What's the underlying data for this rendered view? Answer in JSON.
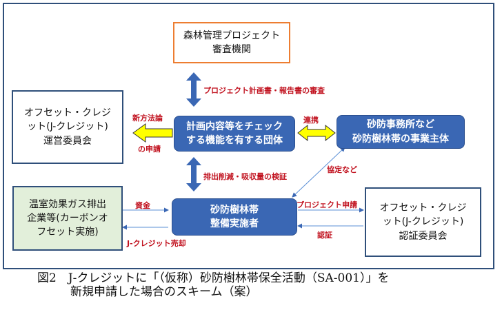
{
  "nodes": {
    "review_org": [
      "森林管理プロジェクト",
      "審査機関"
    ],
    "offset_admin": [
      "オフセット・クレジ",
      "ット(J-クレジット)",
      "運営委員会"
    ],
    "check_org": [
      "計画内容等をチェック",
      "する機能を有する団体"
    ],
    "erosion_office": [
      "砂防事務所など",
      "砂防樹林帯の事業主体"
    ],
    "ghg_company": [
      "温室効果ガス排出",
      "企業等(カーボンオ",
      "フセット実施)"
    ],
    "implementer": [
      "砂防樹林帯",
      "整備実施者"
    ],
    "offset_cert": [
      "オフセット・クレジ",
      "ット(J-クレジット)",
      "認証委員会"
    ]
  },
  "labels": {
    "plan_review": "プロジェクト計画書・報告書の審査",
    "new_method_1": "新方法論",
    "new_method_2": "の申請",
    "cooperation": "連携",
    "emission_verify": "排出削減・吸収量の検証",
    "agreement": "協定など",
    "funds": "資金",
    "project_apply": "プロジェクト申請",
    "certification": "認証",
    "credit_sale": "J-クレジット売却"
  },
  "caption": {
    "line1": "図2　J-クレジットに「（仮称）砂防樹林帯保全活動（SA-001）」を",
    "line2": "新規申請した場合のスキーム（案）"
  },
  "colors": {
    "primary_blue": "#3a67b4",
    "label_red": "#c1121f",
    "yellow_arrow": "#ffff00",
    "orange_border": "#ed7d31",
    "green_fill": "#e2efda"
  }
}
